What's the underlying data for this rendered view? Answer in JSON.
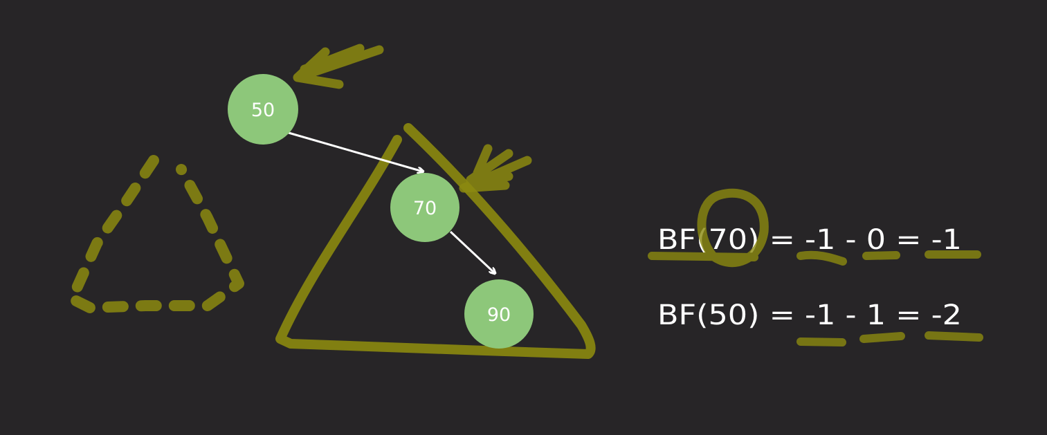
{
  "colors": {
    "background": "#272527",
    "node_fill": "#8dc77a",
    "node_text": "#ffffff",
    "edge": "#ffffff",
    "annotation_ink": "#8c8a10",
    "equation_text": "#ffffff"
  },
  "tree": {
    "nodes": [
      {
        "id": "node-50",
        "label": "50"
      },
      {
        "id": "node-70",
        "label": "70"
      },
      {
        "id": "node-90",
        "label": "90"
      }
    ],
    "edges": [
      {
        "from": "50",
        "to": "70"
      },
      {
        "from": "70",
        "to": "90"
      }
    ]
  },
  "equations": [
    {
      "id": "bf-70",
      "text": "BF(70) = -1 - 0 = -1"
    },
    {
      "id": "bf-50",
      "text": "BF(50) = -1 - 1 = -2"
    }
  ]
}
